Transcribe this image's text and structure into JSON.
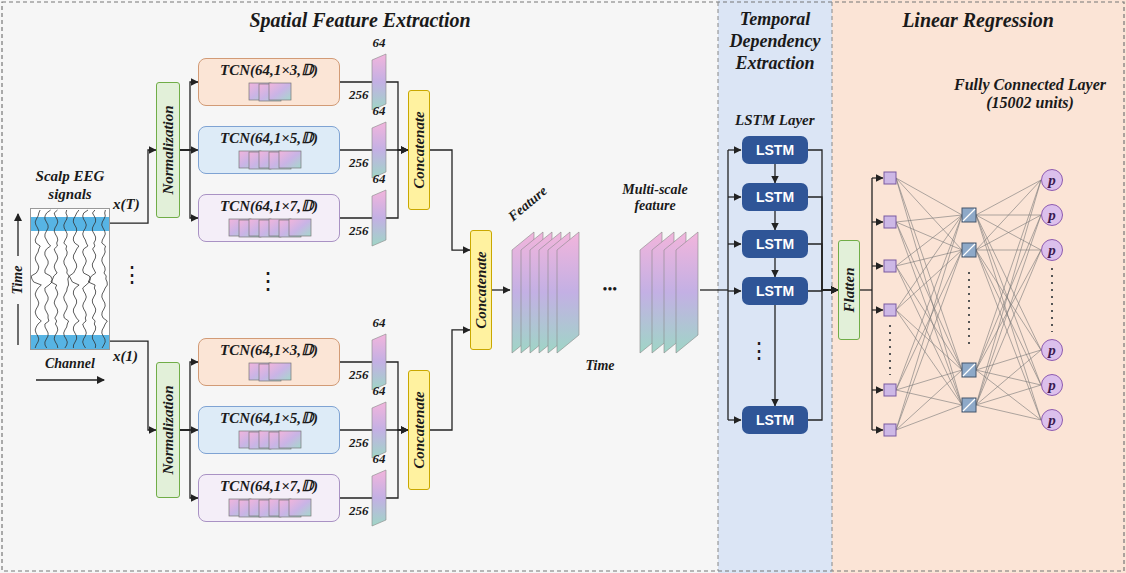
{
  "diagram": {
    "nodes": [
      {
        "text": [
          "Spatial Feature Extraction"
        ]
      },
      {
        "text": [
          "Temporal Dependency Extraction"
        ]
      },
      {
        "text": [
          "Linear Regression"
        ]
      },
      {
        "text": [
          "Scalp EEG signals"
        ],
        "in": 0
      },
      {
        "text": [
          "Normalization"
        ],
        "in": 0
      },
      {
        "text": [
          "TCN(64,1×3,𝔻)"
        ],
        "in": 0
      },
      {
        "text": [
          "TCN(64,1×5,𝔻)"
        ],
        "in": 0
      },
      {
        "text": [
          "TCN(64,1×7,𝔻)"
        ],
        "in": 0
      },
      {
        "text": [
          "Normalization"
        ],
        "in": 0
      },
      {
        "text": [
          "TCN(64,1×3,𝔻)"
        ],
        "in": 0
      },
      {
        "text": [
          "TCN(64,1×5,𝔻)"
        ],
        "in": 0
      },
      {
        "text": [
          "TCN(64,1×7,𝔻)"
        ],
        "in": 0
      },
      {
        "text": [
          "Concatenate"
        ],
        "in": 0
      },
      {
        "text": [
          "Concatenate"
        ],
        "in": 0
      },
      {
        "text": [
          "Concatenate"
        ],
        "in": 0
      },
      {
        "text": [
          "LSTM"
        ],
        "in": 1
      },
      {
        "text": [
          "LSTM"
        ],
        "in": 1
      },
      {
        "text": [
          "LSTM"
        ],
        "in": 1
      },
      {
        "text": [
          "LSTM"
        ],
        "in": 1
      },
      {
        "text": [
          "LSTM"
        ],
        "in": 1
      },
      {
        "text": [
          "Flatten"
        ],
        "in": 2
      },
      {
        "text": [
          "p"
        ],
        "in": 2
      },
      {
        "text": [
          "p"
        ],
        "in": 2
      },
      {
        "text": [
          "p"
        ],
        "in": 2
      },
      {
        "text": [
          "p"
        ],
        "in": 2
      },
      {
        "text": [
          "p"
        ],
        "in": 2
      },
      {
        "text": [
          "p"
        ],
        "in": 2
      }
    ],
    "edges": [
      {
        "from": 3,
        "to": 4,
        "arrow": "to"
      },
      {
        "from": 3,
        "to": 8,
        "arrow": "to"
      },
      {
        "from": 4,
        "to": 5,
        "arrow": "to"
      },
      {
        "from": 4,
        "to": 6,
        "arrow": "to"
      },
      {
        "from": 4,
        "to": 7,
        "arrow": "to"
      },
      {
        "from": 8,
        "to": 9,
        "arrow": "to"
      },
      {
        "from": 8,
        "to": 10,
        "arrow": "to"
      },
      {
        "from": 8,
        "to": 11,
        "arrow": "to"
      },
      {
        "from": 5,
        "to": 12,
        "arrow": "to"
      },
      {
        "from": 6,
        "to": 12,
        "arrow": "to"
      },
      {
        "from": 7,
        "to": 12,
        "arrow": "to"
      },
      {
        "from": 9,
        "to": 13,
        "arrow": "to"
      },
      {
        "from": 10,
        "to": 13,
        "arrow": "to"
      },
      {
        "from": 11,
        "to": 13,
        "arrow": "to"
      },
      {
        "from": 12,
        "to": 14,
        "arrow": "to"
      },
      {
        "from": 13,
        "to": 14,
        "arrow": "to"
      },
      {
        "from": 15,
        "to": 16,
        "arrow": "to"
      },
      {
        "from": 16,
        "to": 17,
        "arrow": "to"
      },
      {
        "from": 17,
        "to": 18,
        "arrow": "to"
      },
      {
        "from": 18,
        "to": 19,
        "arrow": "to"
      },
      {
        "from": 15,
        "to": 20,
        "arrow": "to"
      },
      {
        "from": 16,
        "to": 20,
        "arrow": "to"
      },
      {
        "from": 17,
        "to": 20,
        "arrow": "to"
      },
      {
        "from": 18,
        "to": 20,
        "arrow": "to"
      },
      {
        "from": 19,
        "to": 20,
        "arrow": "to"
      }
    ],
    "labels": [
      "x(T)",
      "x(1)",
      "Time",
      "Channel",
      "⋮",
      "64",
      "256",
      "64",
      "256",
      "64",
      "256",
      "⋮",
      "64",
      "256",
      "64",
      "256",
      "64",
      "256",
      "Feature",
      "Time",
      "Multi-scale feature",
      "•••",
      "LSTM Layer",
      "⋮",
      "Fully Connected Layer (15002 units)"
    ]
  }
}
